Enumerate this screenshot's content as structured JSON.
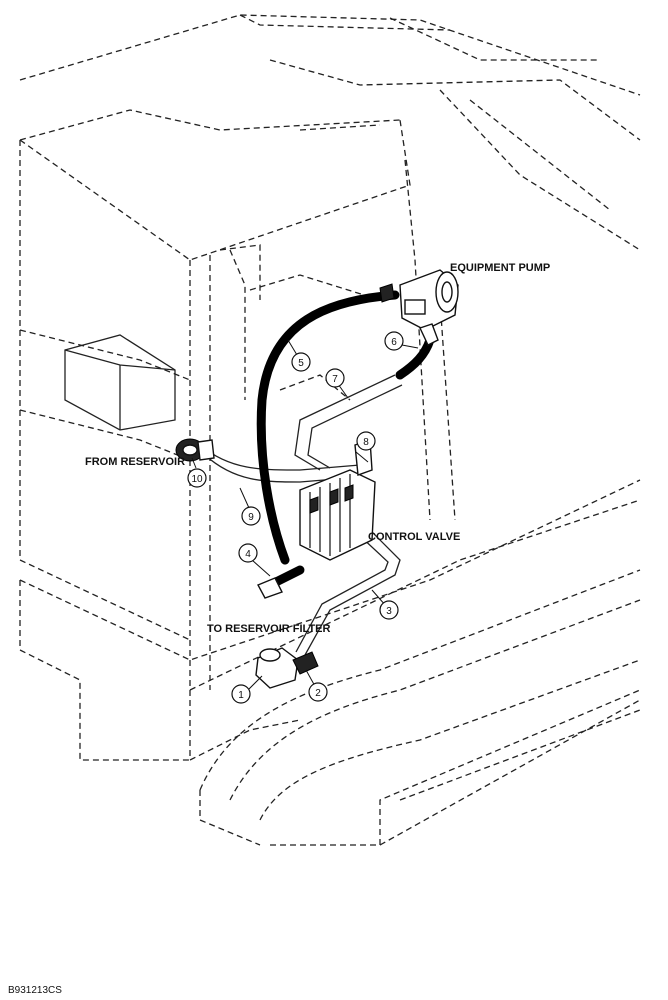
{
  "labels": {
    "equipment_pump": "EQUIPMENT PUMP",
    "from_reservoir": "FROM RESERVOIR",
    "control_valve": "CONTROL VALVE",
    "to_reservoir_filter": "TO RESERVOIR FILTER"
  },
  "callouts": {
    "c1": "1",
    "c2": "2",
    "c3": "3",
    "c4": "4",
    "c5": "5",
    "c6": "6",
    "c7": "7",
    "c8": "8",
    "c9": "9",
    "c10": "10"
  },
  "figure_number": "B931213CS"
}
